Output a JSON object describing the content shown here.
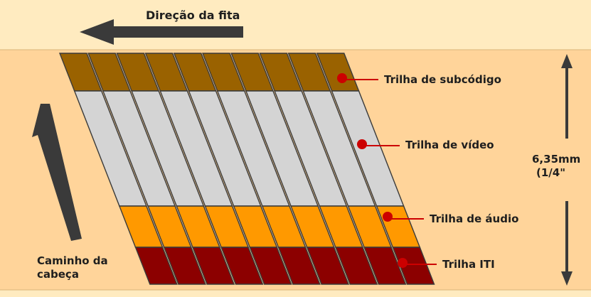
{
  "title": "Direção da fita",
  "head_path_label": [
    "Caminho da",
    "cabeça"
  ],
  "tracks": [
    {
      "key": "subcode",
      "label": "Trilha de subcódigo",
      "color": "#9a6200"
    },
    {
      "key": "video",
      "label": "Trilha de vídeo",
      "color": "#d4d4d4"
    },
    {
      "key": "audio",
      "label": "Trilha de áudio",
      "color": "#ff9900"
    },
    {
      "key": "iti",
      "label": "Trilha ITI",
      "color": "#8c0000"
    }
  ],
  "width_label": [
    "6,35mm",
    "(1/4\""
  ],
  "stripe_count": 10,
  "colors": {
    "background": "#ffebc0",
    "tape": "#ffd49a",
    "arrow": "#3a3a3a",
    "callout": "#cc0000"
  }
}
